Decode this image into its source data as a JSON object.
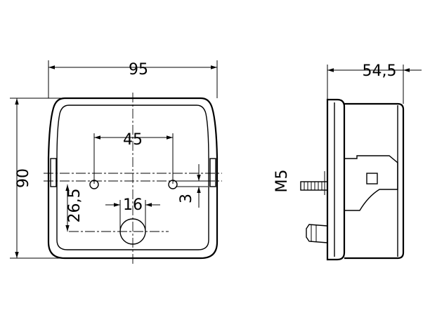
{
  "drawing": {
    "front_view": {
      "dimensions": {
        "overall_width": "95",
        "overall_height": "90",
        "hole_spacing": "45",
        "center_hole_diameter": "16",
        "hole_offset_vertical": "3",
        "hole_height_from_bottom": "26,5"
      }
    },
    "side_view": {
      "dimensions": {
        "depth": "54,5"
      },
      "thread_label": "M5"
    },
    "colors": {
      "line": "#000000",
      "background": "#ffffff"
    }
  }
}
